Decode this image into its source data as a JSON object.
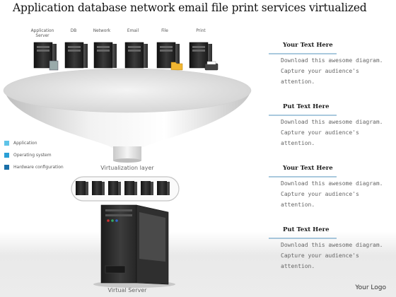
{
  "title": "Application database network email file print services virtualized",
  "servers": [
    {
      "label": "Application\nServer",
      "badge": "db-icon"
    },
    {
      "label": "DB",
      "badge": ""
    },
    {
      "label": "Network",
      "badge": ""
    },
    {
      "label": "Email",
      "badge": ""
    },
    {
      "label": "File",
      "badge": "folder-icon"
    },
    {
      "label": "Print",
      "badge": "printer-icon"
    }
  ],
  "legend": [
    {
      "label": "Application",
      "color": "#5fc4e8"
    },
    {
      "label": "Operating system",
      "color": "#2a9fd6"
    },
    {
      "label": "Hardware configuration",
      "color": "#1a6fa8"
    }
  ],
  "virtualization_label": "Virtualization layer",
  "virtual_server_label": "Virtual Server",
  "logo_text": "Your Logo",
  "panels": [
    {
      "heading": "Your Text Here",
      "body": "Download this awesome diagram. Capture your audience's attention."
    },
    {
      "heading": "Put Text Here",
      "body": "Download this awesome diagram. Capture your audience's attention."
    },
    {
      "heading": "Your Text Here",
      "body": "Download this awesome diagram. Capture your audience's attention."
    },
    {
      "heading": "Put Text Here",
      "body": "Download this awesome diagram. Capture your audience's attention."
    }
  ],
  "colors": {
    "accent": "#1a6fa8",
    "funnel": "#d8d8d8",
    "server_dark": "#2a2a2a"
  }
}
